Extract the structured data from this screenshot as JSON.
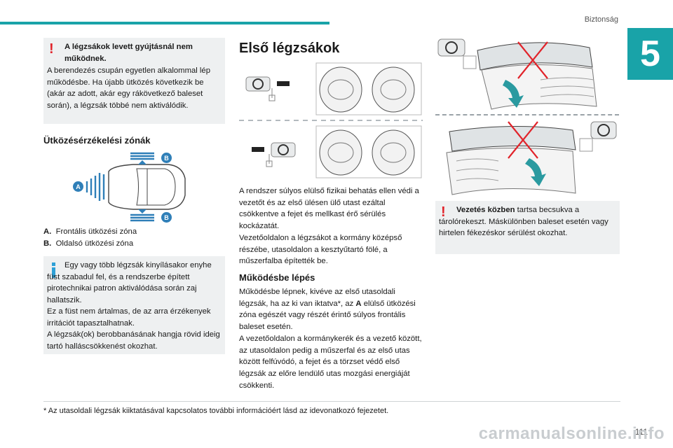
{
  "header": {
    "section": "Biztonság",
    "chapter": "5",
    "page_number": "111",
    "accent_color": "#19a3a8"
  },
  "left": {
    "warning1": {
      "title": "A légzsákok levett gyújtásnál nem működnek.",
      "text": "A berendezés csupán egyetlen alkalommal lép működésbe. Ha újabb ütközés következik be (akár az adott, akár egy rákövetkező baleset során), a légzsák többé nem aktiválódik."
    },
    "zones_heading": "Ütközésérzékelési zónák",
    "zones_diagram": {
      "label_a": "A",
      "label_b_top": "B",
      "label_b_bottom": "B"
    },
    "legend": [
      {
        "key": "A.",
        "text": "Frontális ütközési zóna"
      },
      {
        "key": "B.",
        "text": "Oldalsó ütközési zóna"
      }
    ],
    "info": "Egy vagy több légzsák kinyílásakor enyhe füst szabadul fel, és a rendszerbe épített pirotechnikai patron aktiválódása során zaj hallatszik.\nEz a füst nem ártalmas, de az arra érzékenyek irritációt tapasztalhatnak.\nA légzsák(ok) berobbanásának hangja rövid ideig tartó halláscsökkenést okozhat."
  },
  "middle": {
    "title": "Első légzsákok",
    "intro": "A rendszer súlyos elülső fizikai behatás ellen védi a vezetőt és az első ülésen ülő utast ezáltal csökkentve a fejet és mellkast érő sérülés kockázatát.\nVezetőoldalon a légzsákot a kormány középső részébe, utasoldalon a kesztyűtartó fölé, a műszerfalba építették be.",
    "sub_heading": "Működésbe lépés",
    "p1_before": "Működésbe lépnek, kivéve az első utasoldali légzsák, ha az ki van iktatva*, az ",
    "p1_key": "A",
    "p1_after": " elülső ütközési zóna egészét vagy részét érintő súlyos frontális baleset esetén.",
    "p2": "A vezetőoldalon a kormánykerék és a vezető között, az utasoldalon pedig a műszerfal és az első utas között felfúvódó, a fejet és a törzset védő első légzsák az előre lendülő utas mozgási energiáját csökkenti."
  },
  "right": {
    "warning_key": "Vezetés közben",
    "warning_text": " tartsa becsukva a tárolórekeszt. Máskülönben baleset esetén vagy hirtelen fékezéskor sérülést okozhat."
  },
  "footnote": "* Az utasoldali légzsák kiiktatásával kapcsolatos további információért lásd az idevonatkozó fejezetet.",
  "watermark": "carmanualsonline.info"
}
